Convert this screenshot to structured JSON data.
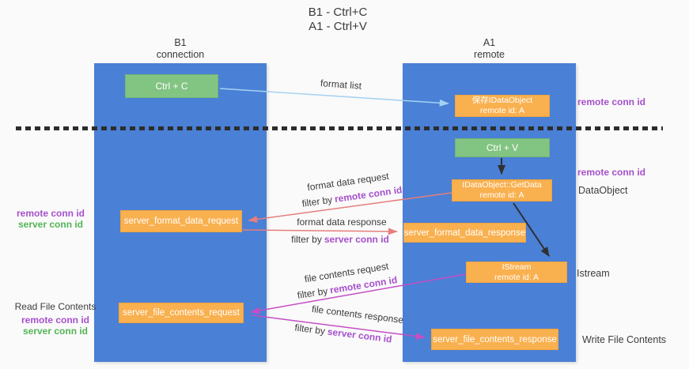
{
  "title": {
    "line1": "B1 - Ctrl+C",
    "line2": "A1 - Ctrl+V"
  },
  "columns": {
    "left": {
      "name": "B1",
      "role": "connection"
    },
    "right": {
      "name": "A1",
      "role": "remote"
    }
  },
  "nodes": {
    "ctrl_c": {
      "label": "Ctrl + C"
    },
    "ctrl_v": {
      "label": "Ctrl + V"
    },
    "save_idataobject": {
      "line1": "保存IDataObject",
      "line2": "remote id: A"
    },
    "getdata": {
      "line1": "IDataObject::GetData",
      "line2": "remote id: A"
    },
    "istream": {
      "line1": "IStream",
      "line2": "remote id: A"
    },
    "format_request": {
      "label": "server_format_data_request"
    },
    "format_response": {
      "label": "server_format_data_response"
    },
    "file_request": {
      "label": "server_file_contents_request"
    },
    "file_response": {
      "label": "server_file_contents_response"
    }
  },
  "edge_labels": {
    "format_list": "format list",
    "format_data_request": "format data request",
    "format_data_response": "format data response",
    "file_contents_request": "file contents request",
    "file_contents_response": "file contents response",
    "filter_by": "filter by",
    "remote_conn_id": "remote conn id",
    "server_conn_id": "server conn id"
  },
  "side_labels": {
    "remote_conn_id_top": "remote conn id",
    "remote_conn_id_mid": "remote conn id",
    "dataobject": "DataObject",
    "istream": "Istream",
    "read_file_contents": "Read File Contents",
    "write_file_contents": "Write File Contents",
    "left_remote_conn_id": "remote conn id",
    "left_server_conn_id": "server conn id",
    "bottom_remote_conn_id": "remote conn id",
    "bottom_server_conn_id": "server conn id"
  },
  "colors": {
    "lifeline_blue": "#4a80d5",
    "node_green": "#82c482",
    "node_orange": "#f9b04f",
    "arrow_lightblue": "#a6d2f2",
    "arrow_salmon": "#e57e7e",
    "arrow_magenta": "#c54ec5",
    "arrow_black": "#2f2f2f",
    "text_purple": "#a650cc",
    "text_green": "#54b454",
    "text_dark": "#3c3c3c",
    "background": "#fafafa"
  }
}
